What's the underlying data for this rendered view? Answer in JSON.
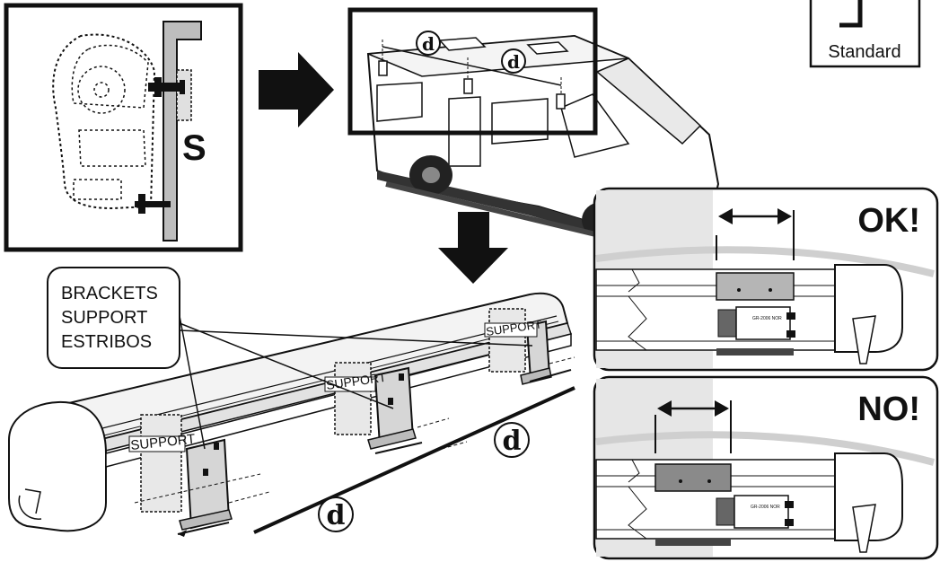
{
  "labels": {
    "standard": "Standard",
    "s_letter": "S",
    "d_marker": "d",
    "ok": "OK!",
    "no": "NO!",
    "brackets_line1": "BRACKETS",
    "brackets_line2": "SUPPORT",
    "brackets_line3": "ESTRIBOS",
    "support": "SUPPORT",
    "lock_text": "GR-2006 NOR"
  },
  "colors": {
    "ink": "#111111",
    "gray_panel": "#e6e6e6",
    "mid_gray": "#bdbdbd",
    "bracket_fill": "#d9d9d9",
    "rail_gray": "#cfcfcf"
  }
}
